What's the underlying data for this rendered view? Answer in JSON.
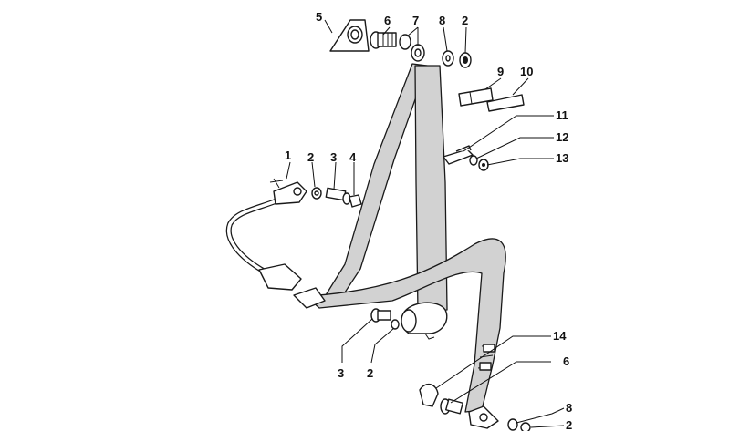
{
  "diagram": {
    "callouts": {
      "top_5": "5",
      "top_6": "6",
      "top_7": "7",
      "top_8": "8",
      "top_2": "2",
      "upper_9": "9",
      "upper_10": "10",
      "mid_11": "11",
      "mid_12": "12",
      "mid_13": "13",
      "left_1": "1",
      "left_2": "2",
      "left_3": "3",
      "left_4": "4",
      "retractor_3": "3",
      "retractor_2": "2",
      "lower_14": "14",
      "lower_6": "6",
      "lower_8": "8",
      "lower_2": "2"
    }
  }
}
